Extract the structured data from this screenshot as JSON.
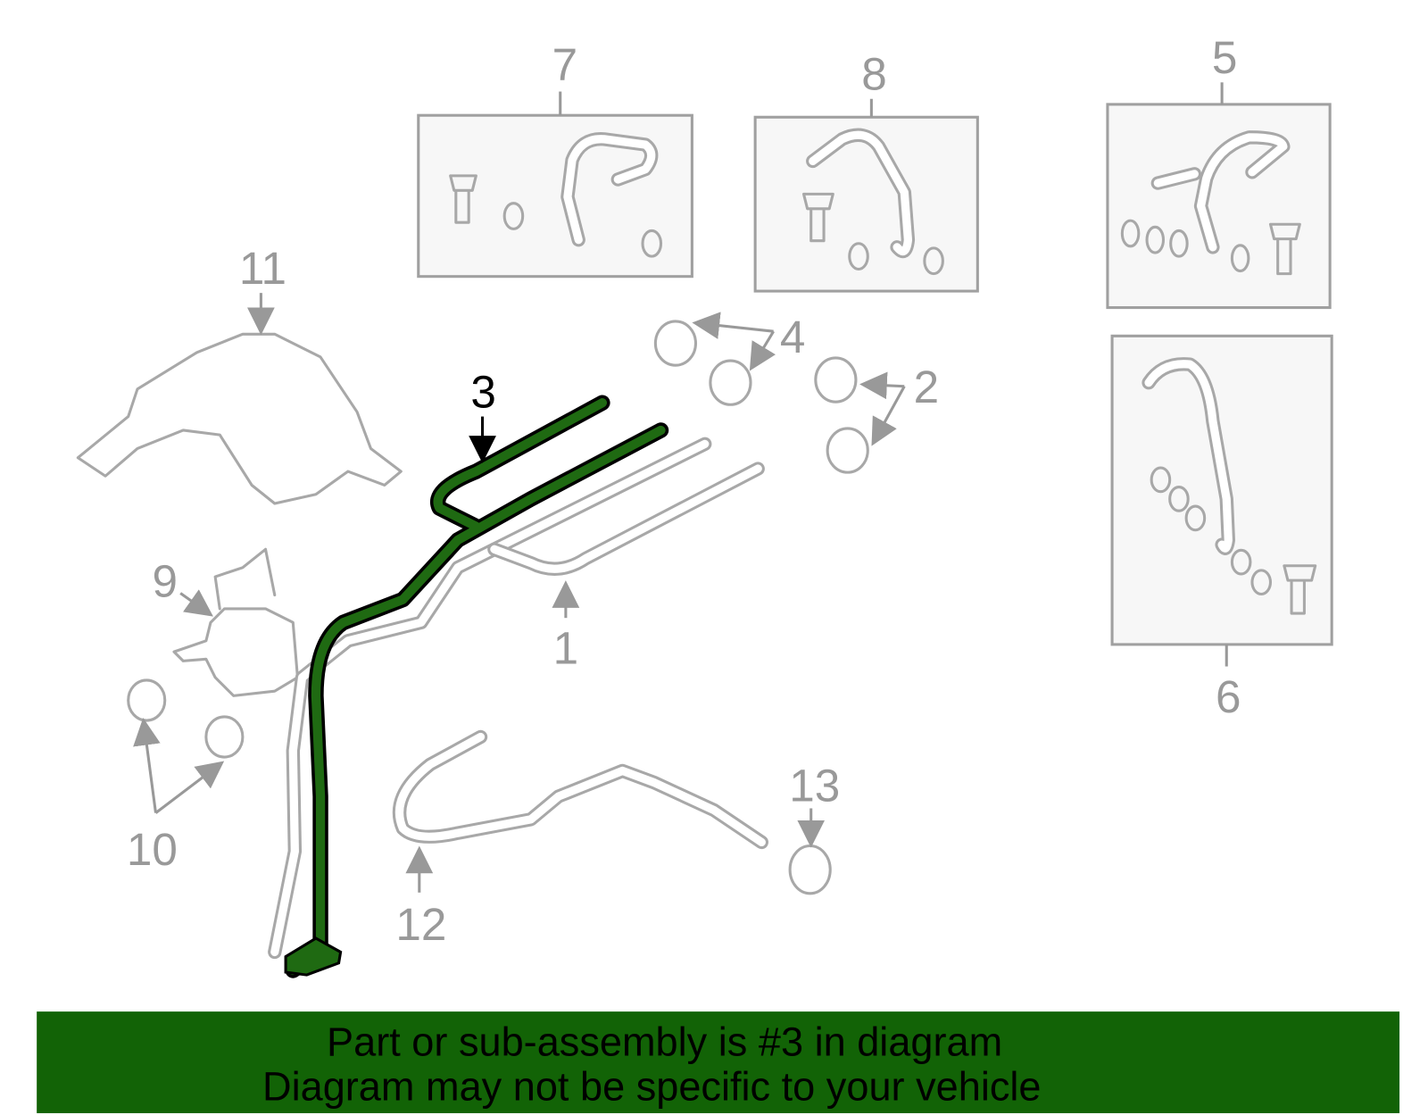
{
  "callouts": [
    "1",
    "2",
    "3",
    "4",
    "5",
    "6",
    "7",
    "8",
    "9",
    "10",
    "11",
    "12",
    "13"
  ],
  "highlight_part": "3",
  "colors": {
    "highlight": "#1f6a12",
    "banner": "#126306",
    "line": "#a8a8a8"
  },
  "banner": {
    "line1": "Part or sub-assembly is #3 in diagram",
    "line2": "Diagram may not be specific to your vehicle"
  }
}
